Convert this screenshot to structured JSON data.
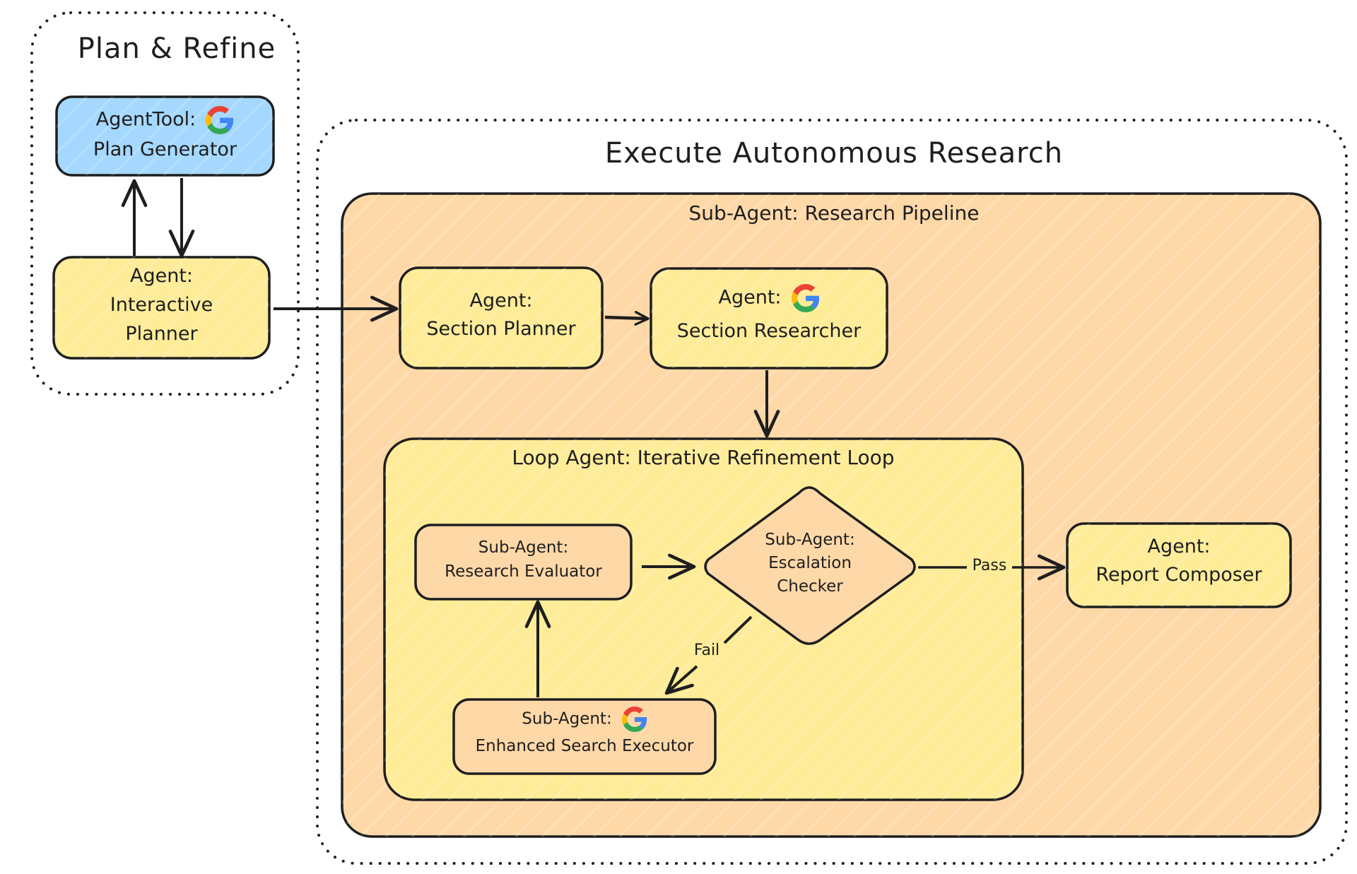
{
  "groups": {
    "plan_refine": {
      "title": "Plan & Refine"
    },
    "execute": {
      "title": "Execute Autonomous Research"
    },
    "pipeline": {
      "title": "Sub-Agent: Research Pipeline"
    },
    "loop": {
      "title": "Loop Agent: Iterative Refinement Loop"
    }
  },
  "nodes": {
    "plan_generator": {
      "line1": "AgentTool:",
      "line2": "Plan Generator",
      "icon": "google-g-icon"
    },
    "interactive_planner": {
      "line1": "Agent:",
      "line2": "Interactive",
      "line3": "Planner"
    },
    "section_planner": {
      "line1": "Agent:",
      "line2": "Section Planner"
    },
    "section_researcher": {
      "line1": "Agent:",
      "line2": "Section Researcher",
      "icon": "google-g-icon"
    },
    "research_evaluator": {
      "line1": "Sub-Agent:",
      "line2": "Research Evaluator"
    },
    "escalation_checker": {
      "line1": "Sub-Agent:",
      "line2": "Escalation",
      "line3": "Checker",
      "shape": "diamond"
    },
    "enhanced_search_executor": {
      "line1": "Sub-Agent:",
      "line2": "Enhanced Search Executor",
      "icon": "google-g-icon"
    },
    "report_composer": {
      "line1": "Agent:",
      "line2": "Report Composer"
    }
  },
  "edges": {
    "pass_label": "Pass",
    "fail_label": "Fail"
  },
  "colors": {
    "blue_fill": "#a5d8ff",
    "yellow_fill": "#ffec99",
    "orange_fill": "#ffd8a8",
    "stroke": "#1e1e1e",
    "google_blue": "#4285F4",
    "google_red": "#EA4335",
    "google_yellow": "#FBBC05",
    "google_green": "#34A853"
  }
}
